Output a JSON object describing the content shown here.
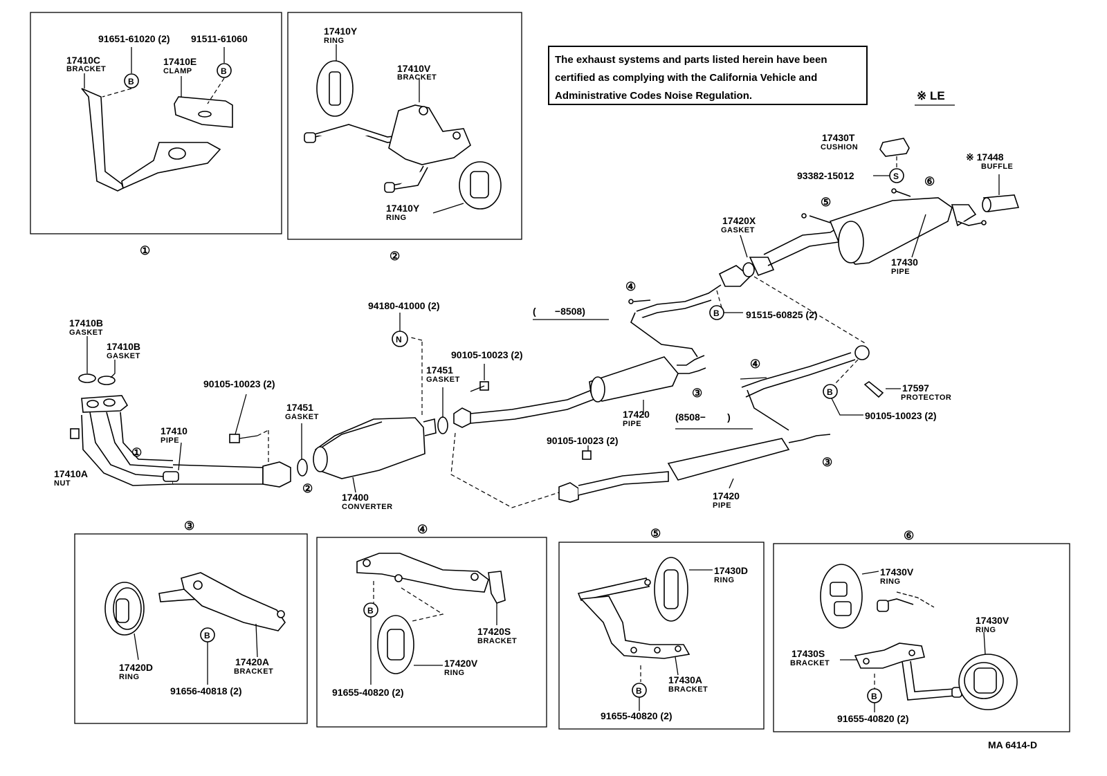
{
  "note": {
    "line1": "The exhaust systems and parts listed herein have been",
    "line2": "certified as complying with the California Vehicle and",
    "line3": "Administrative Codes Noise Regulation."
  },
  "le_label": "※ LE",
  "figure_code": "MA 6414-D",
  "panel_numbers": [
    "①",
    "②",
    "③",
    "④",
    "⑤",
    "⑥"
  ],
  "callout_numbers": [
    "①",
    "②",
    "③",
    "④",
    "⑤",
    "⑥"
  ],
  "panel1": {
    "p1": "17410C",
    "p1_sub": "BRACKET",
    "p2": "91651-61020 (2)",
    "p3": "91511-61060",
    "p4": "17410E",
    "p4_sub": "CLAMP",
    "sym": "B"
  },
  "panel2": {
    "p1": "17410Y",
    "p1_sub": "RING",
    "p2": "17410V",
    "p2_sub": "BRACKET",
    "p3": "17410Y",
    "p3_sub": "RING"
  },
  "panel3": {
    "p1": "17420D",
    "p1_sub": "RING",
    "p2": "17420A",
    "p2_sub": "BRACKET",
    "p3": "91656-40818 (2)",
    "sym": "B"
  },
  "panel4": {
    "p1": "17420S",
    "p1_sub": "BRACKET",
    "p2": "17420V",
    "p2_sub": "RING",
    "p3": "91655-40820 (2)",
    "sym": "B"
  },
  "panel5": {
    "p1": "17430D",
    "p1_sub": "RING",
    "p2": "17430A",
    "p2_sub": "BRACKET",
    "p3": "91655-40820 (2)",
    "sym": "B"
  },
  "panel6": {
    "p1": "17430V",
    "p1_sub": "RING",
    "p2": "17430V",
    "p2_sub": "RING",
    "p3": "17430S",
    "p3_sub": "BRACKET",
    "p4": "91655-40820 (2)",
    "sym": "B"
  },
  "main": {
    "g1": "17410B",
    "g1_sub": "GASKET",
    "g2": "17410B",
    "g2_sub": "GASKET",
    "nut": "17410A",
    "nut_sub": "NUT",
    "pipe1": "17410",
    "pipe1_sub": "PIPE",
    "bolt1": "90105-10023 (2)",
    "gas1": "17451",
    "gas1_sub": "GASKET",
    "conv": "17400",
    "conv_sub": "CONVERTER",
    "nsym": "N",
    "nut2": "94180-41000 (2)",
    "bolt2": "90105-10023 (2)",
    "gas2": "17451",
    "gas2_sub": "GASKET",
    "range1": "(       −8508)",
    "pipe2": "17420",
    "pipe2_sub": "PIPE",
    "bolt3": "90105-10023 (2)",
    "range2": "(8508−        )",
    "pipe3": "17420",
    "pipe3_sub": "PIPE",
    "gas3": "17420X",
    "gas3_sub": "GASKET",
    "bolt4": "91515-60825 (2)",
    "prot": "17597",
    "prot_sub": "PROTECTOR",
    "bolt5": "90105-10023 (2)",
    "cush": "17430T",
    "cush_sub": "CUSHION",
    "ssym": "S",
    "clip": "93382-15012",
    "buff": "※ 17448",
    "buff_sub": "BUFFLE",
    "muff": "17430",
    "muff_sub": "PIPE",
    "bsym": "B"
  }
}
